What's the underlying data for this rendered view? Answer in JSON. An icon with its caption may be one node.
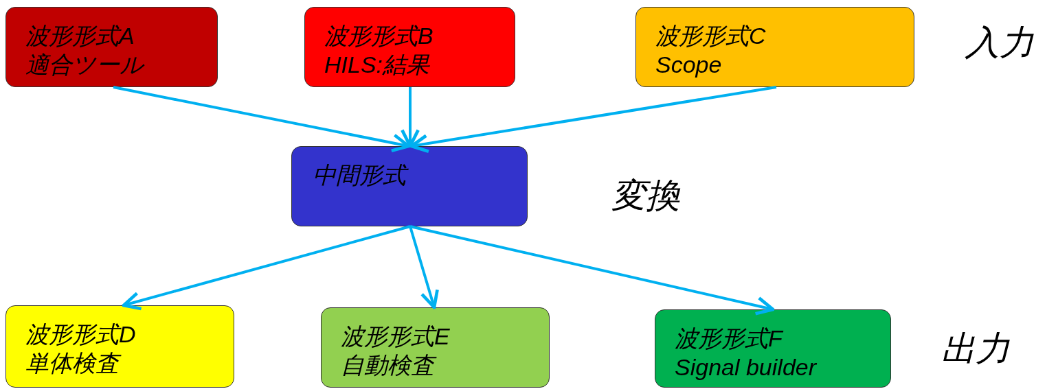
{
  "diagram": {
    "nodes": [
      {
        "text": [
          "波形形式A",
          "適合ツール"
        ]
      },
      {
        "text": [
          "波形形式B",
          "HILS:結果"
        ]
      },
      {
        "text": [
          "波形形式C",
          "Scope"
        ]
      },
      {
        "text": [
          "中間形式"
        ]
      },
      {
        "text": [
          "波形形式D",
          "単体検査"
        ]
      },
      {
        "text": [
          "波形形式E",
          "自動検査"
        ]
      },
      {
        "text": [
          "波形形式F",
          "Signal builder"
        ]
      }
    ],
    "edges": [
      {
        "from": 0,
        "to": 3,
        "arrow": "to"
      },
      {
        "from": 1,
        "to": 3,
        "arrow": "to"
      },
      {
        "from": 2,
        "to": 3,
        "arrow": "to"
      },
      {
        "from": 3,
        "to": 4,
        "arrow": "to"
      },
      {
        "from": 3,
        "to": 5,
        "arrow": "to"
      },
      {
        "from": 3,
        "to": 6,
        "arrow": "to"
      }
    ],
    "labels": [
      "入力",
      "変換",
      "出力"
    ]
  }
}
